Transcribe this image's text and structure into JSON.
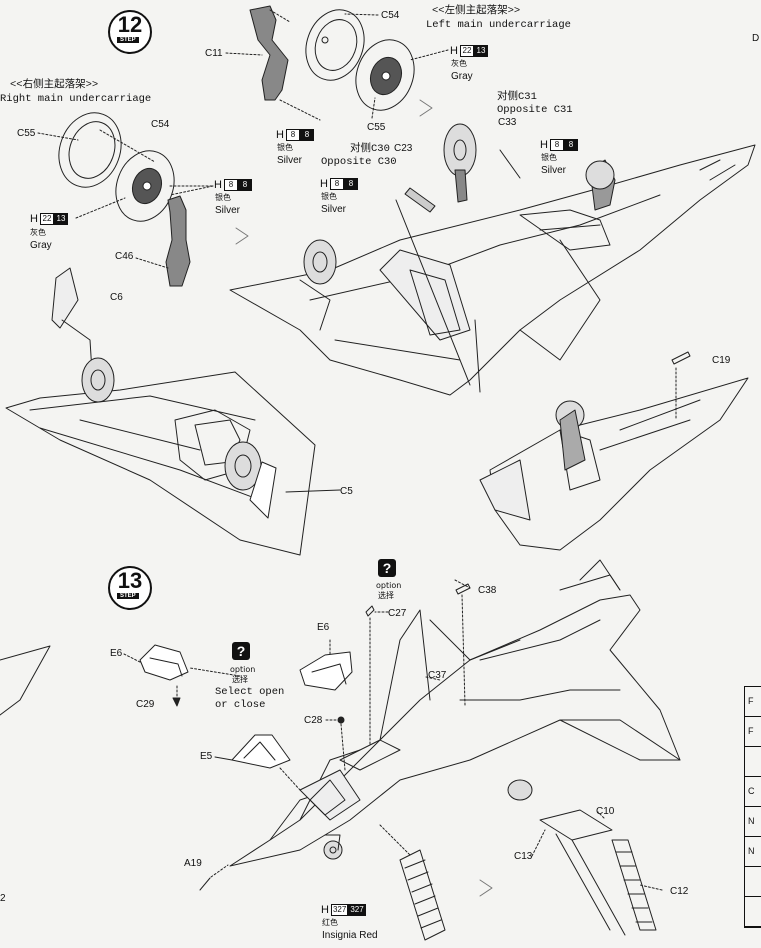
{
  "step12": {
    "number": "12",
    "badge": "STEP",
    "left_title_cn": "<<右侧主起落架>>",
    "left_title_en": "Right main undercarriage",
    "right_title_cn": "<<左侧主起落架>>",
    "right_title_en": "Left main undercarriage",
    "labels": {
      "c54_top": "C54",
      "c11": "C11",
      "c55_top": "C55",
      "c55_left": "C55",
      "c54_left": "C54",
      "c46": "C46",
      "c6": "C6",
      "c5": "C5",
      "c19": "C19",
      "c33": "C33",
      "c23": "C23",
      "opp_c31_cn": "对侧C31",
      "opp_c31_en": "Opposite C31",
      "opp_c30_cn": "对侧C30",
      "opp_c30_en": "Opposite C30"
    },
    "paint_refs": [
      {
        "id": "gray-top",
        "h": "H",
        "codes": [
          "22",
          "13"
        ],
        "cn": "灰色",
        "en": "Gray"
      },
      {
        "id": "silver-mid",
        "h": "H",
        "codes": [
          "8",
          "8"
        ],
        "cn": "银色",
        "en": "Silver"
      },
      {
        "id": "silver-c23",
        "h": "H",
        "codes": [
          "8",
          "8"
        ],
        "cn": "银色",
        "en": "Silver"
      },
      {
        "id": "silver-right",
        "h": "H",
        "codes": [
          "8",
          "8"
        ],
        "cn": "银色",
        "en": "Silver"
      },
      {
        "id": "silver-left",
        "h": "H",
        "codes": [
          "8",
          "8"
        ],
        "cn": "银色",
        "en": "Silver"
      },
      {
        "id": "gray-left",
        "h": "H",
        "codes": [
          "22",
          "13"
        ],
        "cn": "灰色",
        "en": "Gray"
      }
    ]
  },
  "step13": {
    "number": "13",
    "badge": "STEP",
    "labels": {
      "e6_left": "E6",
      "e6_right": "E6",
      "c29": "C29",
      "e5": "E5",
      "a19": "A19",
      "c27": "C27",
      "c38": "C38",
      "c37": "C37",
      "c28": "C28",
      "c10": "C10",
      "c13": "C13",
      "c12": "C12"
    },
    "option_icon": "question-mark-icon",
    "option_glyph": "?",
    "option_en": "option",
    "option_cn": "选择",
    "select_open_line1": "Select open",
    "select_open_line2": "or close",
    "insignia": {
      "h": "H",
      "codes": [
        "327",
        "327"
      ],
      "cn": "红色",
      "en": "Insignia Red"
    }
  },
  "edge": {
    "left_fragment": "2",
    "right_fragment": "D",
    "table_rows": [
      "F",
      "F",
      "",
      "C",
      "N",
      "N",
      "",
      "",
      ""
    ]
  }
}
